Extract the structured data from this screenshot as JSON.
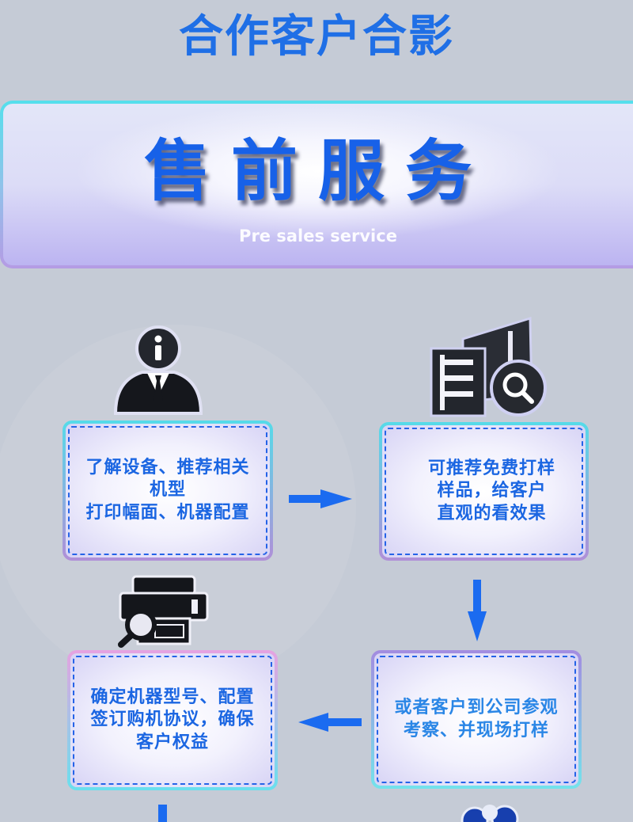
{
  "page": {
    "title": "合作客户合影"
  },
  "banner": {
    "title": "售前服务",
    "subtitle": "Pre sales service"
  },
  "steps": [
    {
      "lines": [
        "了解设备、推荐相关",
        "机型",
        "打印幅面、机器配置"
      ],
      "icon": "consultant-info-icon"
    },
    {
      "lines": [
        "可推荐免费打样",
        "样品，给客户",
        "直观的看效果"
      ],
      "icon": "building-search-icon"
    },
    {
      "lines": [
        "或者客户到公司参观",
        "考察、并现场打样"
      ]
    },
    {
      "lines": [
        "确定机器型号、配置",
        "签订购机协议，确保",
        "客户权益"
      ],
      "icon": "printer-search-icon"
    }
  ],
  "flow_arrows": [
    "arrow-right-icon",
    "arrow-down-icon",
    "arrow-left-icon",
    "arrow-down-icon"
  ],
  "next_section_icon": "team-icon",
  "colors": {
    "background": "#c5cbd6",
    "title": "#1f6fe6",
    "step_text": "#1b66e2",
    "step_text_light": "#2a86e6",
    "arrow": "#1b6bf0",
    "dashed_border": "#2563e8",
    "banner_text": "#1761e8"
  }
}
